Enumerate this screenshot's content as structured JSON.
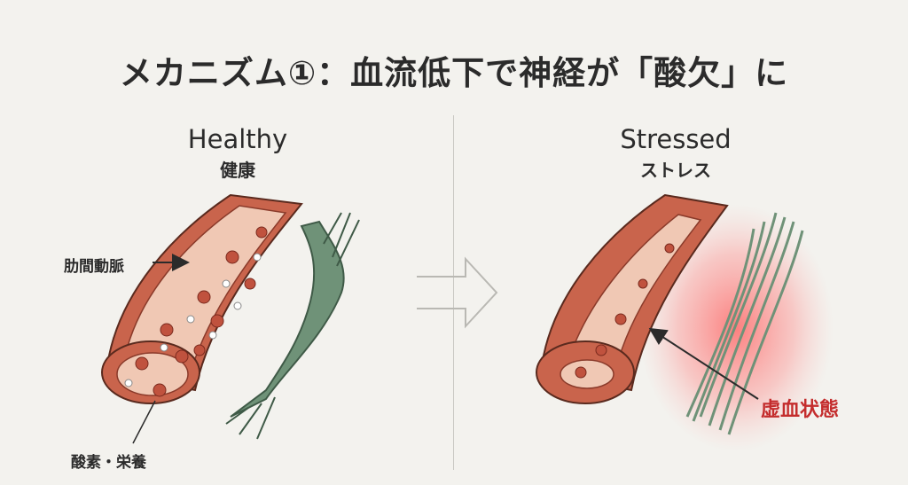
{
  "title": "メカニズム①：血流低下で神経が「酸欠」に",
  "panels": {
    "left": {
      "title_en": "Healthy",
      "title_jp": "健康"
    },
    "right": {
      "title_en": "Stressed",
      "title_jp": "ストレス"
    }
  },
  "labels": {
    "artery": "肋間動脈",
    "oxygen_nutrients": "酸素・栄養",
    "ischemia": "虚血状態"
  },
  "colors": {
    "background": "#f3f2ee",
    "artery_wall": "#c9644c",
    "artery_lumen": "#f0c8b4",
    "red_cell": "#c0523e",
    "nerve": "#6f9278",
    "ischemia_glow": "#ff5a5a",
    "ischemia_text": "#c42d2d"
  }
}
